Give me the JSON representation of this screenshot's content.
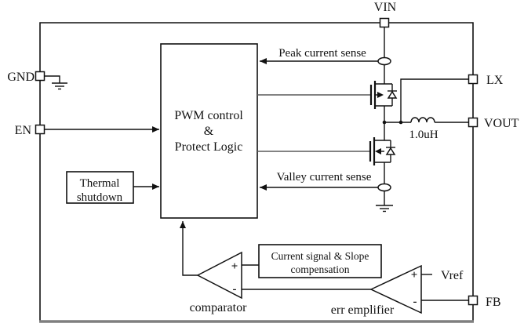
{
  "figure": {
    "pins": {
      "vin": "VIN",
      "gnd": "GND",
      "en": "EN",
      "lx": "LX",
      "vout": "VOUT",
      "fb": "FB"
    },
    "blocks": {
      "pwm_control": {
        "line1": "PWM control",
        "line2": "&",
        "line3": "Protect Logic"
      },
      "thermal_shutdown": {
        "line1": "Thermal",
        "line2": "shutdown"
      },
      "slope_compensation": {
        "line1": "Current signal & Slope",
        "line2": "compensation"
      }
    },
    "signals": {
      "peak_current_sense": "Peak current sense",
      "valley_current_sense": "Valley current sense"
    },
    "components": {
      "inductor_value": "1.0uH",
      "comparator_label": "comparator",
      "error_amplifier_label": "err emplifier",
      "vref_label": "Vref"
    },
    "symbols": {
      "plus": "+",
      "minus": "-"
    },
    "colors": {
      "line": "#111111",
      "gate_line": "#5a5a5a",
      "bottom_border": "#7f7f7f",
      "background": "#ffffff"
    }
  }
}
